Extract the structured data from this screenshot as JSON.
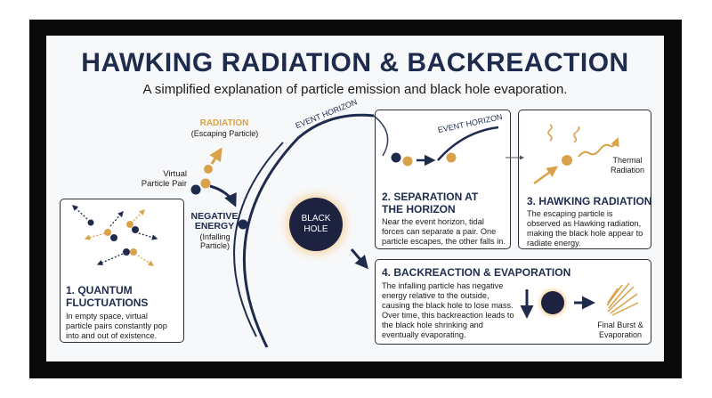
{
  "title": "HAWKING RADIATION & BACKREACTION",
  "subtitle": "A simplified explanation of particle emission and black hole evaporation.",
  "labels": {
    "radiation": "RADIATION",
    "escaping_particle": "(Escaping Particle)",
    "virtual_pair_1": "Virtual",
    "virtual_pair_2": "Particle Pair",
    "negative_energy_1": "NEGATIVE",
    "negative_energy_2": "ENERGY",
    "infalling_1": "(Infalling",
    "infalling_2": "Particle)",
    "event_horizon_main": "EVENT HORIZON",
    "black_hole_1": "BLACK",
    "black_hole_2": "HOLE",
    "event_horizon_panel": "EVENT HORIZON",
    "thermal_1": "Thermal",
    "thermal_2": "Radiation",
    "final_burst_1": "Final Burst &",
    "final_burst_2": "Evaporation"
  },
  "panels": {
    "p1": {
      "title_1": "1. QUANTUM",
      "title_2": "FLUCTUATIONS",
      "body_1": "In empty space, virtual",
      "body_2": "particle pairs constantly pop",
      "body_3": "into and out of existence."
    },
    "p2": {
      "title_1": "2. SEPARATION AT",
      "title_2": "THE HORIZON",
      "body_1": "Near the event horizon, tidal",
      "body_2": "forces can separate a pair. One",
      "body_3": "particle escapes, the other falls in."
    },
    "p3": {
      "title_1": "3. HAWKING RADIATION",
      "body_1": "The escaping particle is",
      "body_2": "observed as Hawking radiation,",
      "body_3": "making the black hole appear to",
      "body_4": "radiate energy."
    },
    "p4": {
      "title_1": "4. BACKREACTION & EVAPORATION",
      "body_1": "The infalling particle has negative",
      "body_2": "energy relative to the outside,",
      "body_3": "causing the black hole to lose mass.",
      "body_4": "Over time, this backreaction leads to",
      "body_5": "the black hole shrinking and",
      "body_6": "eventually evaporating."
    }
  },
  "colors": {
    "navy": "#1f2b4d",
    "gold": "#d9a24a",
    "ink": "#1a1a1a"
  }
}
